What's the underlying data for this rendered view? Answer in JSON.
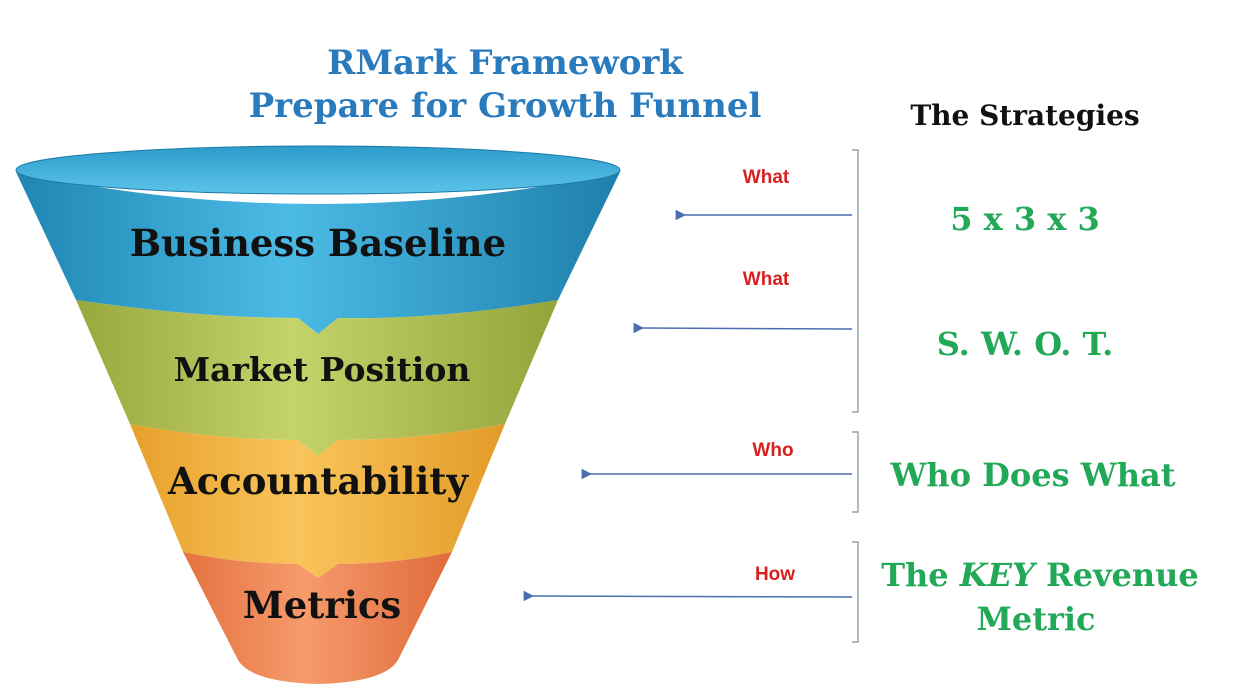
{
  "title": {
    "line1": "RMark Framework",
    "line2": "Prepare for Growth Funnel",
    "color": "#2a7bbd"
  },
  "funnel": {
    "stages": [
      {
        "label": "Business Baseline",
        "color": "#3aa9d6"
      },
      {
        "label": "Market Position",
        "color": "#b7c857"
      },
      {
        "label": "Accountability",
        "color": "#f1b341"
      },
      {
        "label": "Metrics",
        "color": "#ee8757"
      }
    ]
  },
  "strategies": {
    "heading": "The Strategies",
    "text_color": "#21a957",
    "label_color": "#d91f1f",
    "arrow_color": "#4a6fae",
    "bracket_color": "#9aa3b1",
    "items": [
      {
        "question": "What",
        "strategy": "5 x 3 x 3"
      },
      {
        "question": "What",
        "strategy": "S. W. O. T."
      },
      {
        "question": "Who",
        "strategy": "Who Does What"
      },
      {
        "question": "How",
        "strategy_pre": "The ",
        "strategy_em": "KEY",
        "strategy_post": " Revenue",
        "strategy_line2": "Metric"
      }
    ]
  }
}
